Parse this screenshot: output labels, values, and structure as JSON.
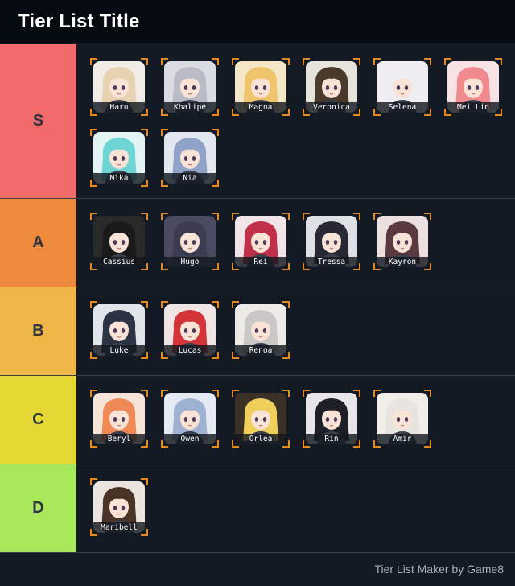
{
  "header": {
    "title": "Tier List Title"
  },
  "footer": {
    "credit": "Tier List Maker by Game8"
  },
  "colors": {
    "background": "#141a24",
    "header_bg": "#060b12",
    "accent_corner": "#e68a1e"
  },
  "tiers": [
    {
      "label": "S",
      "color": "#f26b6b",
      "items": [
        {
          "name": "Haru",
          "hair": "#e7d2b2",
          "bg": "#f1ece6"
        },
        {
          "name": "Khalipe",
          "hair": "#b9bcc6",
          "bg": "#d9dce3"
        },
        {
          "name": "Magna",
          "hair": "#efc46a",
          "bg": "#f4e7c8"
        },
        {
          "name": "Veronica",
          "hair": "#4a3a2c",
          "bg": "#e6e2dc"
        },
        {
          "name": "Selena",
          "hair": "#eeeef2",
          "bg": "#f0eef0"
        },
        {
          "name": "Mei Lin",
          "hair": "#f08a8e",
          "bg": "#f7e3e5"
        },
        {
          "name": "Mika",
          "hair": "#6fd4d4",
          "bg": "#e3f4f4"
        },
        {
          "name": "Nia",
          "hair": "#8ea3c7",
          "bg": "#e3e7ef"
        }
      ]
    },
    {
      "label": "A",
      "color": "#ef8a3c",
      "items": [
        {
          "name": "Cassius",
          "hair": "#1a1a1a",
          "bg": "#2a2a2a"
        },
        {
          "name": "Hugo",
          "hair": "#3b3c52",
          "bg": "#4a4a60"
        },
        {
          "name": "Rei",
          "hair": "#c0304a",
          "bg": "#f0e4e8"
        },
        {
          "name": "Tressa",
          "hair": "#262833",
          "bg": "#dfe0e6"
        },
        {
          "name": "Kayron",
          "hair": "#5a3a3e",
          "bg": "#ecdfe0"
        }
      ]
    },
    {
      "label": "B",
      "color": "#efb74a",
      "items": [
        {
          "name": "Luke",
          "hair": "#2b3344",
          "bg": "#e2e5ea"
        },
        {
          "name": "Lucas",
          "hair": "#d3343a",
          "bg": "#f1e4e4"
        },
        {
          "name": "Renoa",
          "hair": "#c9c8c4",
          "bg": "#ecebe8"
        }
      ]
    },
    {
      "label": "C",
      "color": "#e5d834",
      "items": [
        {
          "name": "Beryl",
          "hair": "#ef8a56",
          "bg": "#f6e4d8"
        },
        {
          "name": "Owen",
          "hair": "#9fb2d2",
          "bg": "#e6ebf3"
        },
        {
          "name": "Orlea",
          "hair": "#efcf5a",
          "bg": "#3a3026"
        },
        {
          "name": "Rin",
          "hair": "#1e1e26",
          "bg": "#e8e6ea"
        },
        {
          "name": "Amir",
          "hair": "#e8e4df",
          "bg": "#f1eee9"
        }
      ]
    },
    {
      "label": "D",
      "color": "#a8e85a",
      "items": [
        {
          "name": "Maribell",
          "hair": "#4a3428",
          "bg": "#ece5df"
        }
      ]
    }
  ]
}
